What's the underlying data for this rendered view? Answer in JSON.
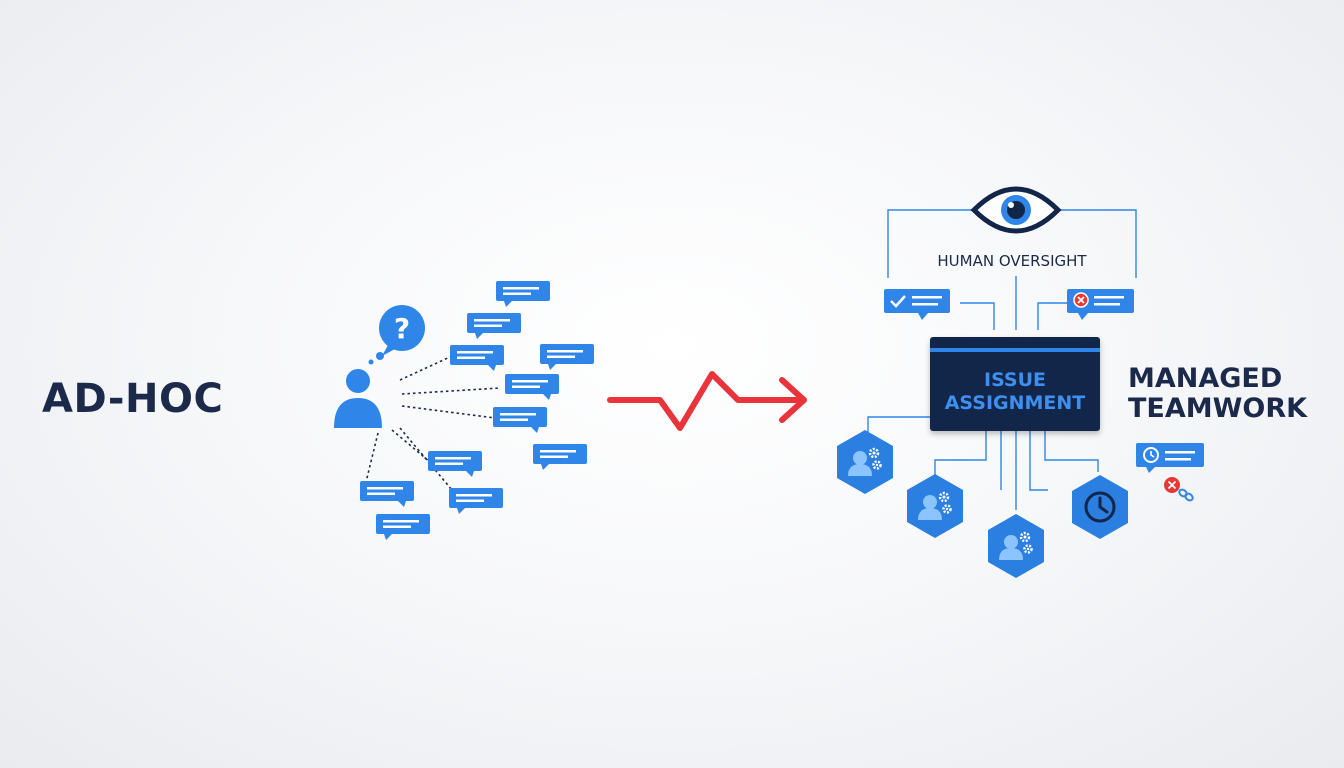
{
  "left_label": "AD-HOC",
  "right_label": "MANAGED\nTEAMWORK",
  "oversight_label": "HUMAN OVERSIGHT",
  "center_box_label": "ISSUE\nASSIGNMENT",
  "icons": {
    "user": "person-icon",
    "question": "question-bubble-icon",
    "chat": "chat-bubble-icon",
    "eye": "eye-icon",
    "check": "check-icon",
    "x": "x-icon",
    "gear_person": "person-gear-icon",
    "clock": "clock-icon",
    "link": "link-icon"
  },
  "colors": {
    "accent_blue": "#2f86e8",
    "dark_navy": "#12264a",
    "text_navy": "#1b2a4a",
    "arrow_red": "#e8343a"
  }
}
